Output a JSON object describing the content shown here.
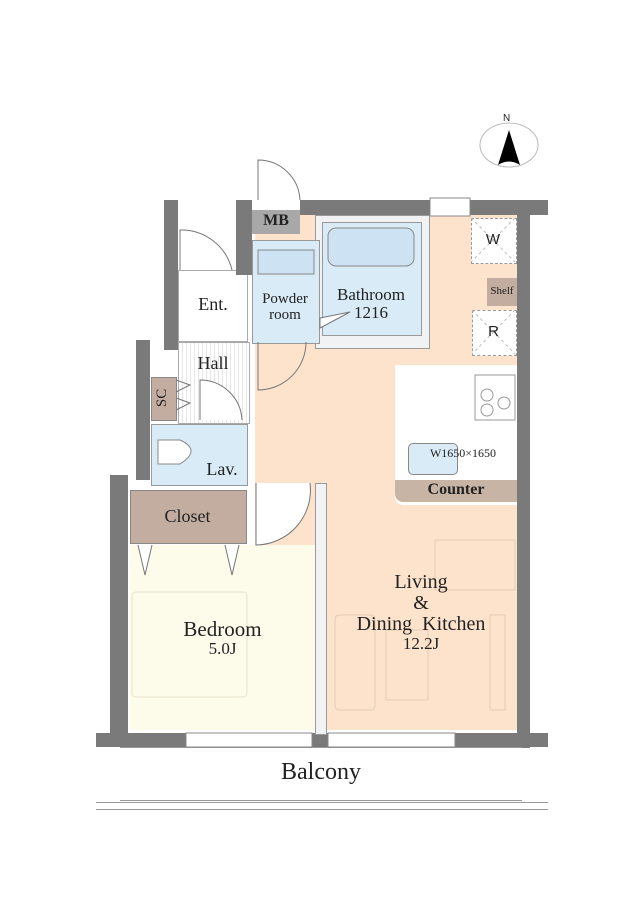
{
  "compass": {
    "label": "N"
  },
  "rooms": {
    "mb": {
      "label": "MB",
      "color": "#a8a8a8"
    },
    "entrance": {
      "label": "Ent."
    },
    "hall": {
      "label": "Hall"
    },
    "shoe_closet": {
      "label": "SC",
      "color": "#c2ada0"
    },
    "powder_room": {
      "label_line1": "Powder",
      "label_line2": "room",
      "color": "#d9ebf7"
    },
    "bathroom": {
      "label_line1": "Bathroom",
      "label_line2": "1216",
      "color": "#d9ebf7"
    },
    "lavatory": {
      "label": "Lav.",
      "color": "#d9ebf7"
    },
    "closet": {
      "label": "Closet",
      "color": "#c2ada0"
    },
    "bedroom": {
      "label": "Bedroom",
      "size": "5.0J",
      "color": "#fdfbea"
    },
    "ldk": {
      "label_line1": "Living",
      "label_line2": "&",
      "label_line3": "Dining  Kitchen",
      "size": "12.2J",
      "color": "#fde3cc"
    },
    "balcony": {
      "label": "Balcony"
    }
  },
  "fixtures": {
    "washer": {
      "label": "W"
    },
    "refrigerator": {
      "label": "R"
    },
    "shelf": {
      "label": "Shelf",
      "color": "#c2ada0"
    },
    "sink": {
      "label": "W1650×1650"
    },
    "counter": {
      "label": "Counter",
      "color": "#c8b4a4"
    }
  },
  "colors": {
    "wall": "#7a7a7a",
    "background": "#ffffff"
  }
}
